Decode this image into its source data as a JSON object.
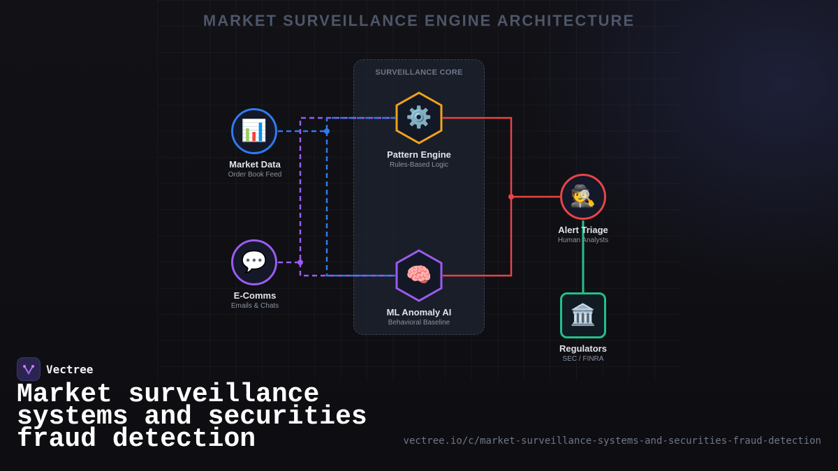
{
  "diagram": {
    "title": "MARKET SURVEILLANCE ENGINE ARCHITECTURE",
    "core_label": "SURVEILLANCE CORE",
    "nodes": {
      "market_data": {
        "title": "Market Data",
        "subtitle": "Order Book Feed",
        "icon": "bar-chart-icon",
        "glyph": "📊",
        "color": "#2f7bf0"
      },
      "ecomms": {
        "title": "E-Comms",
        "subtitle": "Emails & Chats",
        "icon": "speech-bubble-icon",
        "glyph": "💬",
        "color": "#9b5cf0"
      },
      "pattern_engine": {
        "title": "Pattern Engine",
        "subtitle": "Rules-Based Logic",
        "icon": "gear-icon",
        "glyph": "⚙️",
        "color": "#f0a21e"
      },
      "ml_anomaly": {
        "title": "ML Anomaly AI",
        "subtitle": "Behavioral Baseline",
        "icon": "brain-icon",
        "glyph": "🧠",
        "color": "#9b5cf0"
      },
      "alert_triage": {
        "title": "Alert Triage",
        "subtitle": "Human Analysts",
        "icon": "detective-icon",
        "glyph": "🕵️",
        "color": "#e84545"
      },
      "regulators": {
        "title": "Regulators",
        "subtitle": "SEC / FINRA",
        "icon": "bank-building-icon",
        "glyph": "🏛️",
        "color": "#22c08a"
      }
    }
  },
  "footer": {
    "brand_name": "Vectree",
    "headline_lines": [
      "Market surveillance",
      "systems and securities",
      "fraud detection"
    ],
    "url": "vectree.io/c/market-surveillance-systems-and-securities-fraud-detection"
  },
  "colors": {
    "blue": "#2f7bf0",
    "purple": "#9b5cf0",
    "red": "#e84545",
    "green": "#22c08a",
    "orange": "#f0a21e"
  }
}
